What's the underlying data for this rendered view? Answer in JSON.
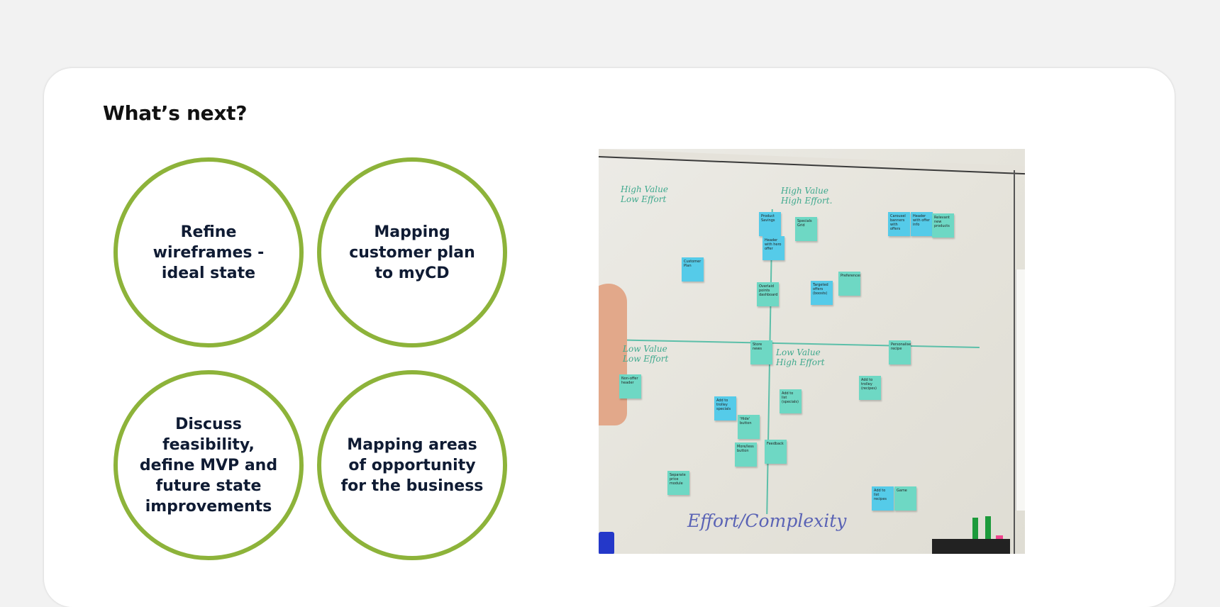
{
  "heading": "What’s next?",
  "circles": [
    {
      "label": "Refine wireframes - ideal state"
    },
    {
      "label": "Mapping customer plan to myCD"
    },
    {
      "label": "Discuss feasibility, define MVP and future state improvements"
    },
    {
      "label": "Mapping areas of opportunity for the business"
    }
  ],
  "whiteboard": {
    "quadrants": {
      "high_value_low_effort": "High Value Low Effort",
      "high_value_high_effort": "High Value High Effort.",
      "low_value_low_effort": "Low Value Low Effort",
      "low_value_high_effort": "Low Value High Effort"
    },
    "axis_label": "Effort/Complexity",
    "notes": [
      "Product Savings",
      "Specials Grid",
      "Header with hero offer",
      "Customer Plan",
      "Overlaid points dashboard",
      "Targeted offers (boosts)",
      "Preferences",
      "Carousel banners with offers",
      "Header with offer info",
      "Relevant new products",
      "Store news",
      "Personalised recipe",
      "Non-offer header",
      "Add to trolley specials",
      "'Hide' button",
      "More/less button",
      "Feedback",
      "Add to list (specials)",
      "Add to trolley (recipes)",
      "Separate price module",
      "Add to list recipes",
      "Game"
    ]
  }
}
